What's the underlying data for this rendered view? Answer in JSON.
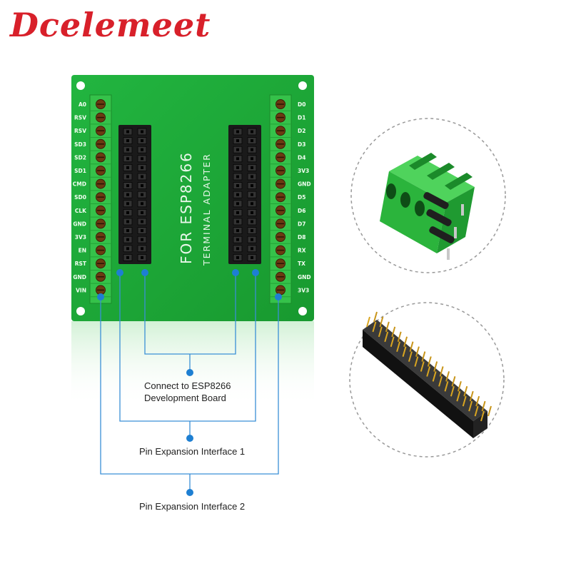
{
  "brand": "Dcelemeet",
  "board": {
    "title": "FOR ESP8266",
    "subtitle": "TERMINAL ADAPTER",
    "left_pins": [
      "A0",
      "RSV",
      "RSV",
      "SD3",
      "SD2",
      "SD1",
      "CMD",
      "SD0",
      "CLK",
      "GND",
      "3V3",
      "EN",
      "RST",
      "GND",
      "VIN"
    ],
    "right_pins": [
      "D0",
      "D1",
      "D2",
      "D3",
      "D4",
      "3V3",
      "GND",
      "D5",
      "D6",
      "D7",
      "D8",
      "RX",
      "TX",
      "GND",
      "3V3"
    ]
  },
  "callouts": {
    "connect_line1": "Connect to ESP8266",
    "connect_line2": "Development Board",
    "pin1": "Pin Expansion Interface 1",
    "pin2": "Pin Expansion Interface 2"
  },
  "colors": {
    "pcb": "#1ea83a",
    "terminal": "#35c24a",
    "header": "#1a1a1a",
    "callout_line": "#3a8fd6",
    "brand": "#d8202a"
  }
}
